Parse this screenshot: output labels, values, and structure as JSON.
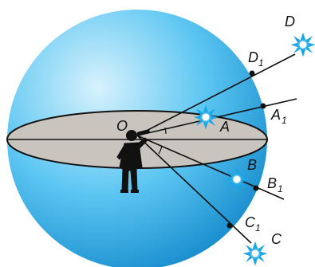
{
  "colors": {
    "sphere_light": "#d8f2fd",
    "sphere_mid": "#5cc6f2",
    "sphere_dark": "#1a8fcf",
    "disk_fill": "#c9c4bd",
    "line": "#111111",
    "star_core": "#ffffff",
    "star_glow": "#1aa7e6"
  },
  "labels": {
    "O": "O",
    "A": "A",
    "A1": "A",
    "A1_sub": "1",
    "B": "B",
    "B1": "B",
    "B1_sub": "1",
    "C": "C",
    "C1": "C",
    "C1_sub": "1",
    "D": "D",
    "D1": "D",
    "D1_sub": "1"
  },
  "icons": {
    "observer": "person-with-telescope-icon",
    "star": "star-burst-icon"
  }
}
